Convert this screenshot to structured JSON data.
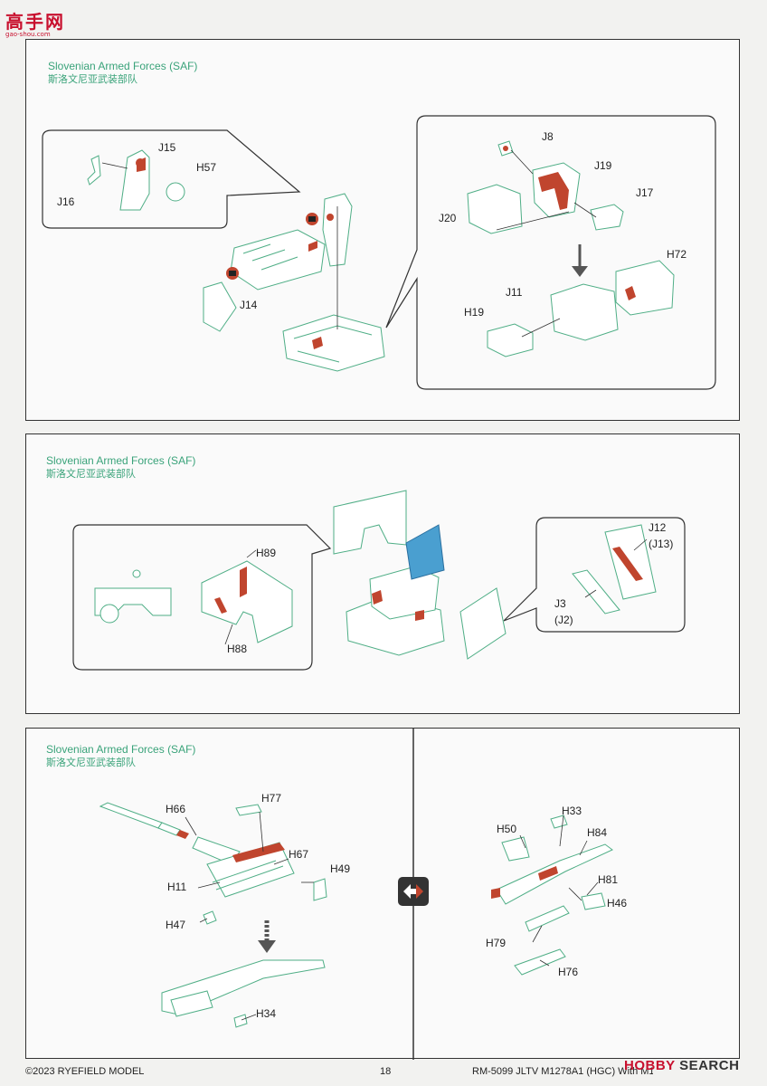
{
  "header": {
    "site_logo_cn": "高手网",
    "site_logo_url": "gao-shou.com"
  },
  "sections": [
    {
      "title": "Slovenian Armed Forces (SAF)",
      "subtitle": "斯洛文尼亚武装部队",
      "labels": [
        "J15",
        "H57",
        "J16",
        "J14",
        "J8",
        "J19",
        "J17",
        "J20",
        "H72",
        "J11",
        "H19"
      ]
    },
    {
      "title": "Slovenian Armed Forces (SAF)",
      "subtitle": "斯洛文尼亚武装部队",
      "labels": [
        "H89",
        "H88",
        "J12",
        "(J13)",
        "J3",
        "(J2)"
      ]
    },
    {
      "title": "Slovenian Armed Forces (SAF)",
      "subtitle": "斯洛文尼亚武装部队",
      "labels": [
        "H66",
        "H77",
        "H67",
        "H49",
        "H11",
        "H47",
        "H34",
        "H33",
        "H50",
        "H84",
        "H81",
        "H46",
        "H79",
        "H76"
      ]
    }
  ],
  "footer": {
    "copyright": "©2023 RYEFIELD MODEL",
    "page_number": "18",
    "product": "RM-5099 JLTV M1278A1 (HGC) With M153 CROWS II",
    "watermark_a": "HOBBY",
    "watermark_b": "SEARCH"
  },
  "colors": {
    "accent_green": "#3aa37a",
    "part_red": "#c0452e",
    "part_blue": "#4a9fd0",
    "line_green": "#4fae86"
  }
}
